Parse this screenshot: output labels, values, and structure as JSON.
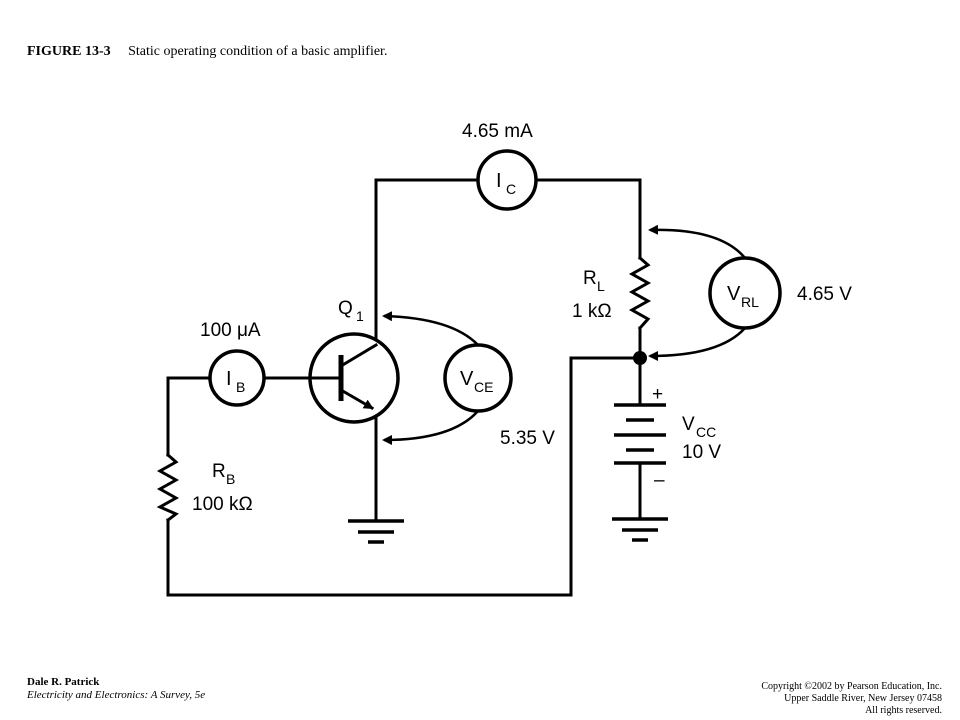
{
  "caption": {
    "figure_number": "FIGURE 13-3",
    "title": "Static operating condition of a basic amplifier."
  },
  "circuit": {
    "collector_current_value": "4.65 mA",
    "collector_meter": {
      "symbol": "I",
      "subscript": "C"
    },
    "base_current_value": "100 μA",
    "base_meter": {
      "symbol": "I",
      "subscript": "B"
    },
    "transistor": {
      "symbol": "Q",
      "subscript": "1"
    },
    "vce_meter": {
      "symbol": "V",
      "subscript": "CE"
    },
    "vce_value": "5.35 V",
    "load_resistor": {
      "symbol": "R",
      "subscript": "L",
      "value": "1 kΩ"
    },
    "vrl_meter": {
      "symbol": "V",
      "subscript": "RL"
    },
    "vrl_value": "4.65 V",
    "base_resistor": {
      "symbol": "R",
      "subscript": "B",
      "value": "100 kΩ"
    },
    "supply": {
      "symbol": "V",
      "subscript": "CC",
      "value": "10 V",
      "plus": "+",
      "minus": "–"
    }
  },
  "footer": {
    "author": "Dale R. Patrick",
    "book": "Electricity and Electronics: A Survey, 5e",
    "copyright_line1": "Copyright ©2002 by Pearson Education, Inc.",
    "copyright_line2": "Upper Saddle River, New Jersey 07458",
    "copyright_line3": "All rights reserved."
  }
}
